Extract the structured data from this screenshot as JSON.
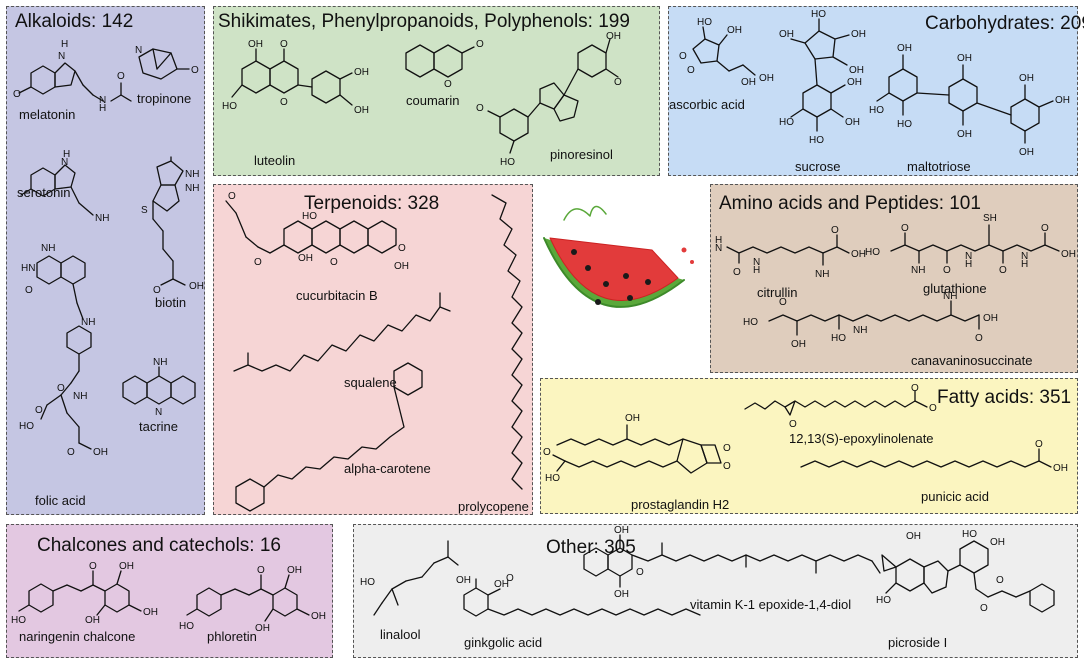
{
  "panels": {
    "alkaloids": {
      "title": "Alkaloids: 142",
      "bg": "#c5c6e3",
      "compounds": [
        "melatonin",
        "tropinone",
        "serotonin",
        "biotin",
        "tacrine",
        "folic acid"
      ]
    },
    "shikimates": {
      "title": "Shikimates, Phenylpropanoids, Polyphenols: 199",
      "bg": "#cfe3c6",
      "compounds": [
        "luteolin",
        "coumarin",
        "pinoresinol"
      ]
    },
    "carbohydrates": {
      "title": "Carbohydrates: 209",
      "bg": "#c6dcf5",
      "compounds": [
        "ascorbic acid",
        "sucrose",
        "maltotriose"
      ]
    },
    "terpenoids": {
      "title": "Terpenoids: 328",
      "bg": "#f6d5d5",
      "compounds": [
        "cucurbitacin B",
        "squalene",
        "alpha-carotene",
        "prolycopene"
      ]
    },
    "amino_acids": {
      "title": "Amino acids and Peptides: 101",
      "bg": "#dfcdbd",
      "compounds": [
        "citrullin",
        "glutathione",
        "canavaninosuccinate"
      ]
    },
    "fatty_acids": {
      "title": "Fatty acids: 351",
      "bg": "#fbf5c0",
      "compounds": [
        "12,13(S)-epoxylinolenate",
        "prostaglandin H2",
        "punicic acid"
      ]
    },
    "chalcones": {
      "title": "Chalcones and catechols: 16",
      "bg": "#e3c8e1",
      "compounds": [
        "naringenin chalcone",
        "phloretin"
      ]
    },
    "other": {
      "title": "Other: 305",
      "bg": "#eeeeee",
      "compounds": [
        "linalool",
        "vitamin K-1 epoxide-1,4-diol",
        "ginkgolic acid",
        "picroside I"
      ]
    }
  },
  "atoms": {
    "H": "H",
    "NH": "NH",
    "N": "N",
    "O": "O",
    "OH": "OH",
    "HO": "HO",
    "NH2": "NH",
    "SH": "SH",
    "S": "S",
    "HN": "HN",
    "Ominus": "O"
  },
  "colors": {
    "melon_red": "#e23b3b",
    "rind_green": "#5aa83a",
    "seed": "#1a1a1a"
  }
}
